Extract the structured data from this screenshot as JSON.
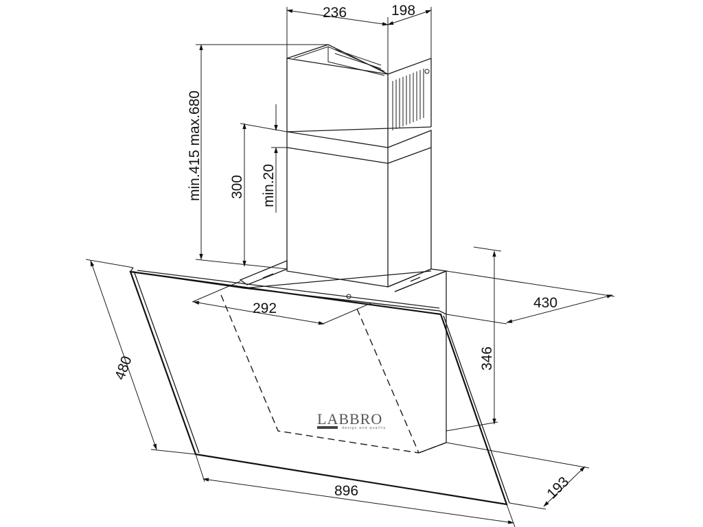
{
  "dimensions": {
    "chimney_width": "236",
    "chimney_depth": "198",
    "chimney_height_range": "min.415 max.680",
    "lower_chimney": "300",
    "overlap_min": "min.20",
    "mount_width": "292",
    "hood_depth": "430",
    "hood_height": "346",
    "glass_height": "480",
    "hood_width": "896",
    "bottom_depth": "193"
  },
  "brand": {
    "name": "LABBRO",
    "tagline": "design and quality"
  }
}
